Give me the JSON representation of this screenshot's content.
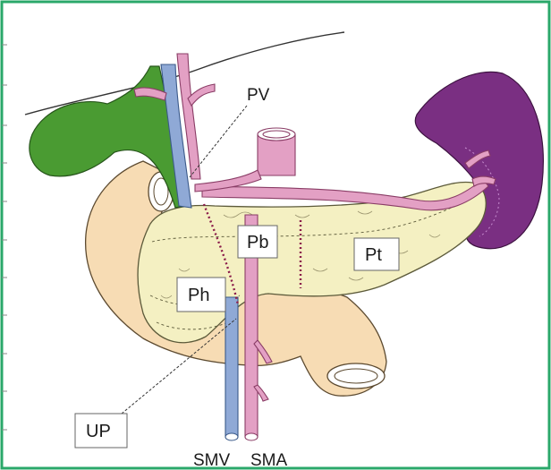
{
  "labels": {
    "pv": "PV",
    "pb": "Pb",
    "pt": "Pt",
    "ph": "Ph",
    "up": "UP",
    "smv": "SMV",
    "sma": "SMA"
  },
  "colors": {
    "frame": "#2aa86a",
    "pancreas": "#f4f0c2",
    "pancreas_outline": "#5c5a3a",
    "duodenum": "#f7dcb4",
    "gallbladder": "#4a9b32",
    "spleen": "#7a2f82",
    "portal_vein": "#8fa9d6",
    "artery": "#e3a0c4",
    "liver_line": "#333333",
    "transection_line": "#8a1b4a"
  }
}
